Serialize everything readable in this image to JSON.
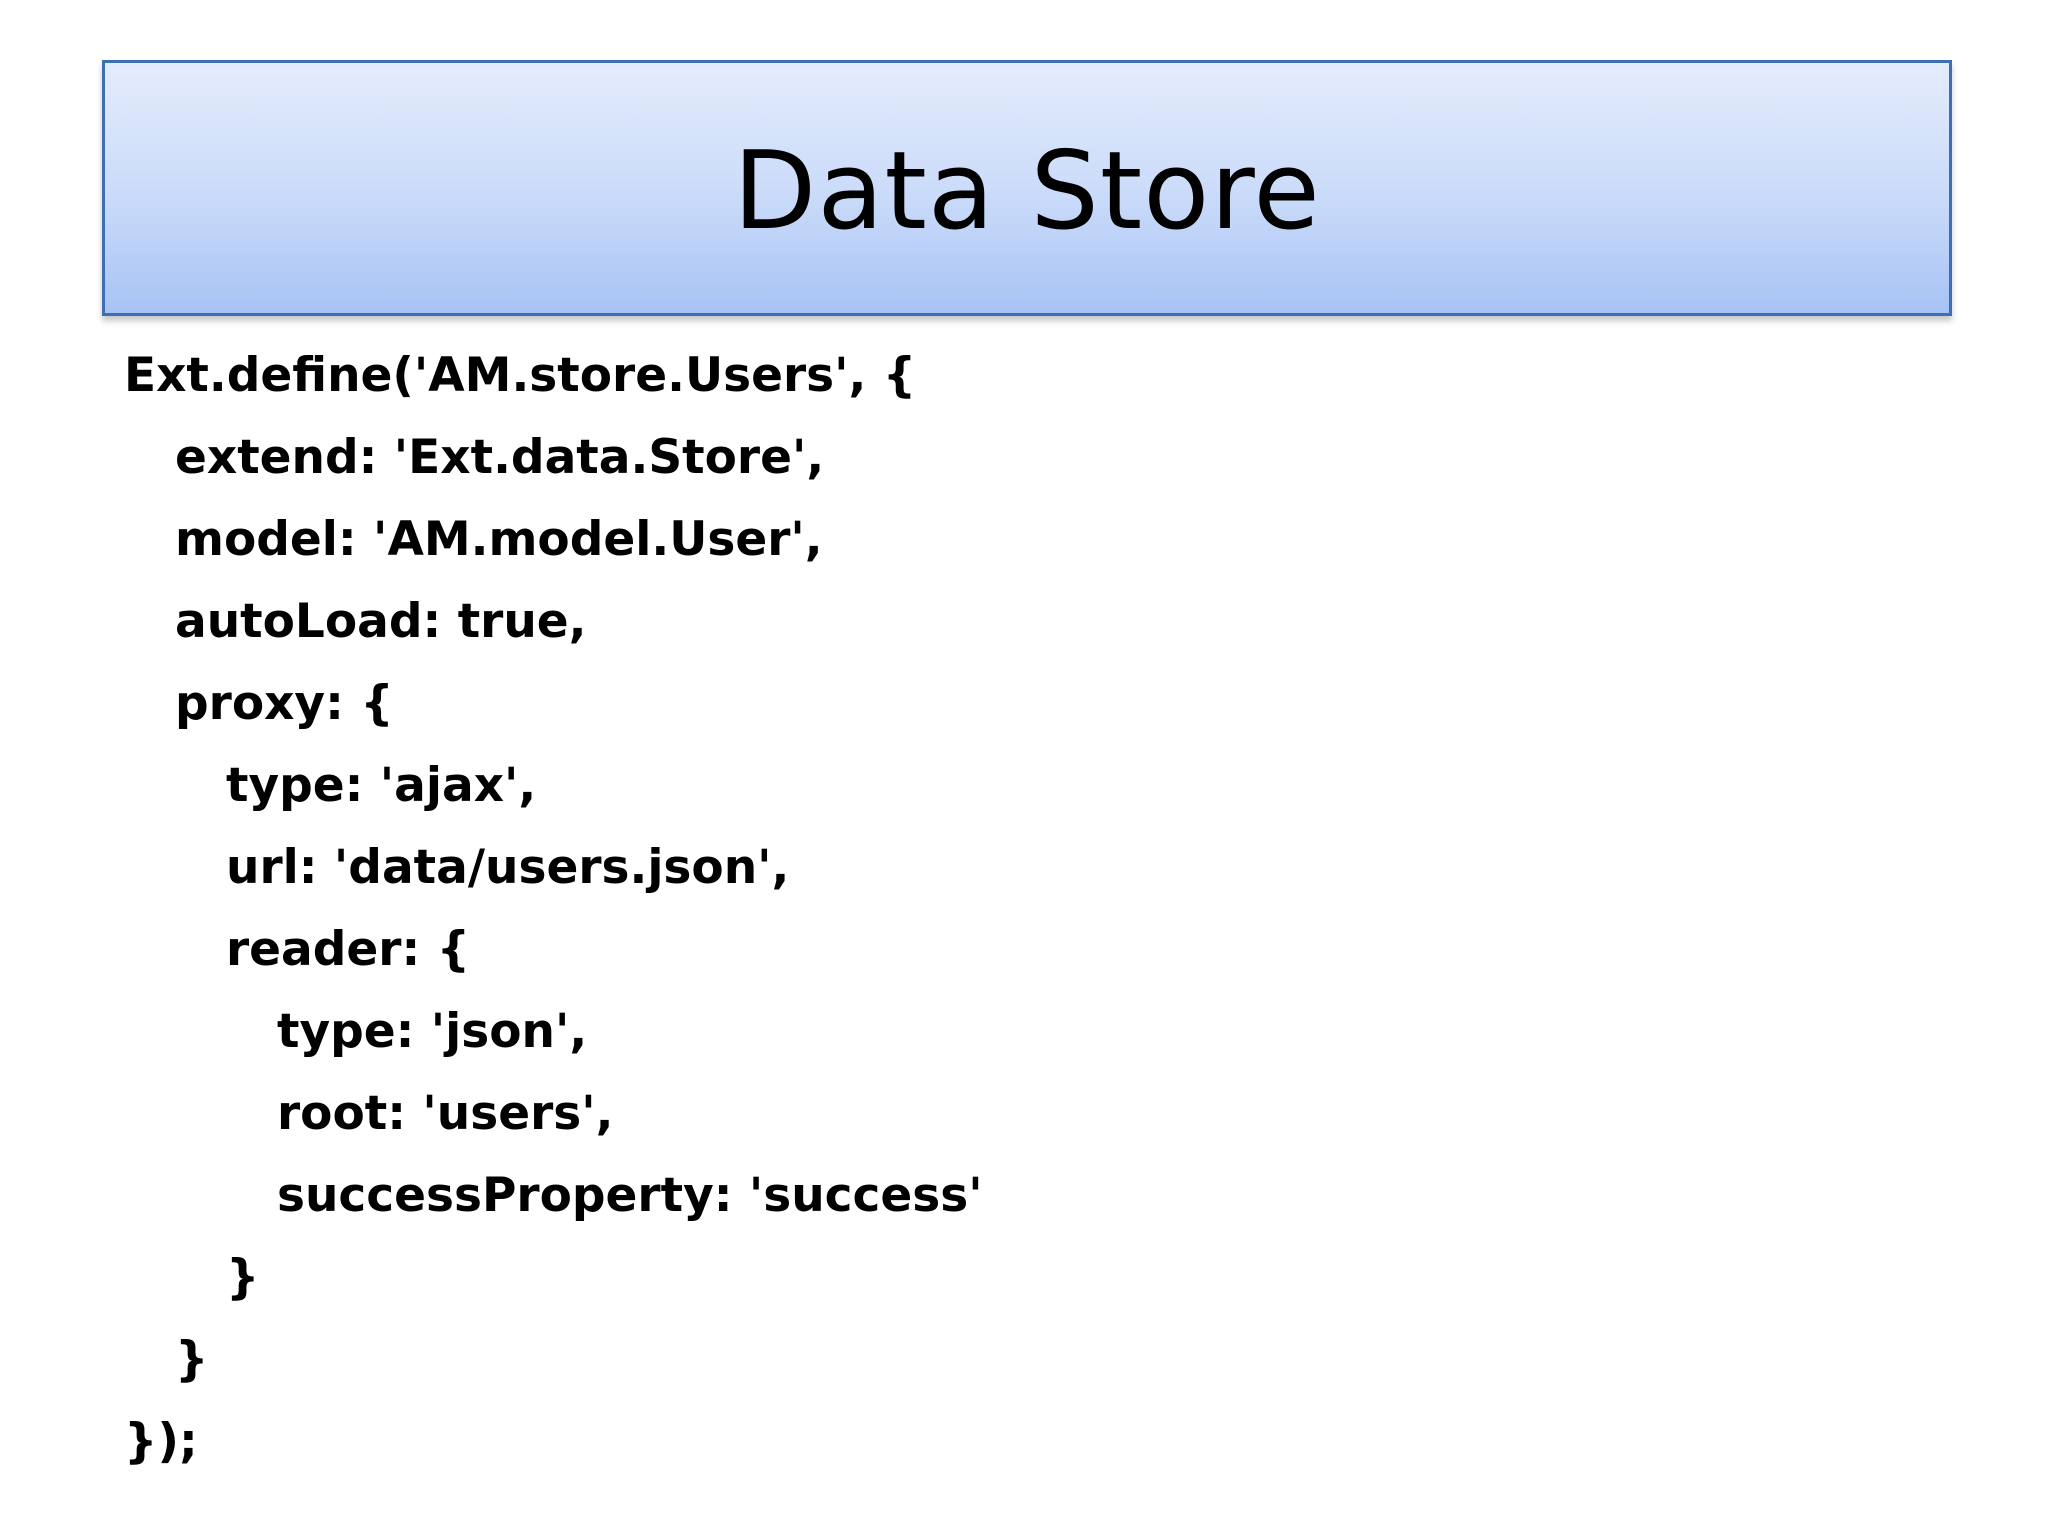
{
  "slide": {
    "title": "Data Store",
    "code_lines": [
      {
        "indent": 0,
        "text": "Ext.define('AM.store.Users', {"
      },
      {
        "indent": 1,
        "text": "extend: 'Ext.data.Store',"
      },
      {
        "indent": 1,
        "text": "model: 'AM.model.User',"
      },
      {
        "indent": 1,
        "text": "autoLoad: true,"
      },
      {
        "indent": 1,
        "text": "proxy: {"
      },
      {
        "indent": 2,
        "text": "type: 'ajax',"
      },
      {
        "indent": 2,
        "text": "url: 'data/users.json',"
      },
      {
        "indent": 2,
        "text": "reader: {"
      },
      {
        "indent": 3,
        "text": "type: 'json',"
      },
      {
        "indent": 3,
        "text": "root: 'users',"
      },
      {
        "indent": 3,
        "text": "successProperty: 'success'"
      },
      {
        "indent": 2,
        "text": "}"
      },
      {
        "indent": 1,
        "text": "}"
      },
      {
        "indent": 0,
        "text": "});"
      }
    ]
  },
  "colors": {
    "title_border": "#3e6fb3",
    "title_gradient_top": "#e4ecfc",
    "title_gradient_bottom": "#a7c3f5",
    "text": "#000000",
    "background": "#ffffff"
  }
}
